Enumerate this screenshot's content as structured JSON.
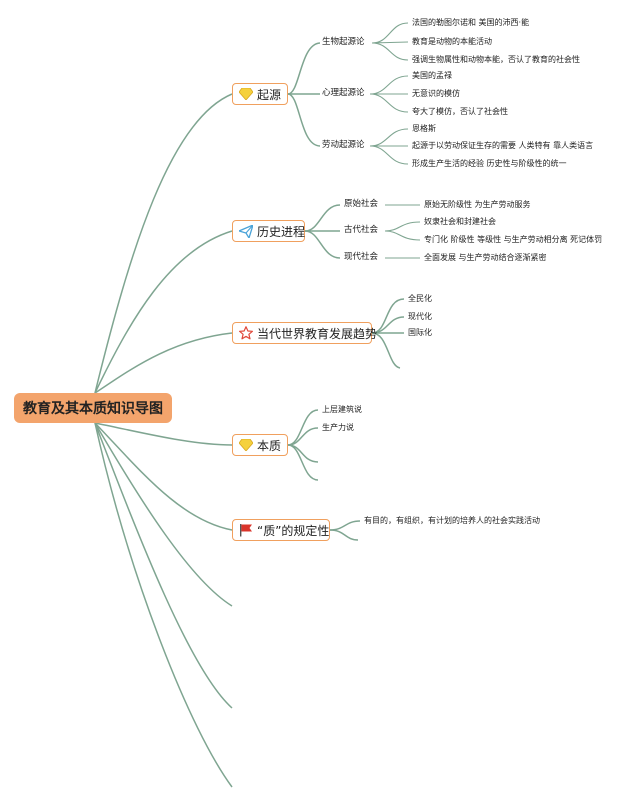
{
  "root": {
    "title": "教育及其本质知识导图"
  },
  "topics": {
    "origin": {
      "label": "起源",
      "icon": "gem-icon",
      "subs": [
        {
          "label": "生物起源论",
          "leaves": [
            "法国的勒图尔诺和 美国的沛西·能",
            "教育是动物的本能活动",
            "强调生物属性和动物本能，否认了教育的社会性"
          ]
        },
        {
          "label": "心理起源论",
          "leaves": [
            "美国的孟禄",
            "无意识的模仿",
            "夸大了模仿，否认了社会性"
          ]
        },
        {
          "label": "劳动起源论",
          "leaves": [
            "恩格斯",
            "起源于以劳动保证生存的需要 人类特有 靠人类语言",
            "形成生产生活的经验 历史性与阶级性的统一"
          ]
        }
      ]
    },
    "history": {
      "label": "历史进程",
      "icon": "paper-plane-icon",
      "subs": [
        {
          "label": "原始社会",
          "leaves": [
            "原始无阶级性 为生产劳动服务"
          ]
        },
        {
          "label": "古代社会",
          "leaves": [
            "奴隶社会和封建社会",
            "专门化 阶级性 等级性 与生产劳动相分离 死记体罚"
          ]
        },
        {
          "label": "现代社会",
          "leaves": [
            "全面发展 与生产劳动结合逐渐紧密"
          ]
        }
      ]
    },
    "trend": {
      "label": "当代世界教育发展趋势",
      "icon": "star-icon",
      "leaves": [
        "全民化",
        "现代化",
        "国际化"
      ]
    },
    "essence": {
      "label": "本质",
      "icon": "gem-icon",
      "leaves": [
        "上层建筑说",
        "生产力说"
      ]
    },
    "definition": {
      "label": "“质”的规定性",
      "icon": "flag-icon",
      "leaves": [
        "有目的，有组织，有计划的培养人的社会实践活动"
      ]
    }
  },
  "colors": {
    "branch": "#7fa591",
    "topic_border": "#f0a05e",
    "root_fill": "#f3a46c",
    "gem": "#f5d13d",
    "plane": "#4aa3d8",
    "star": "#e0483a",
    "flag": "#d9342b"
  }
}
